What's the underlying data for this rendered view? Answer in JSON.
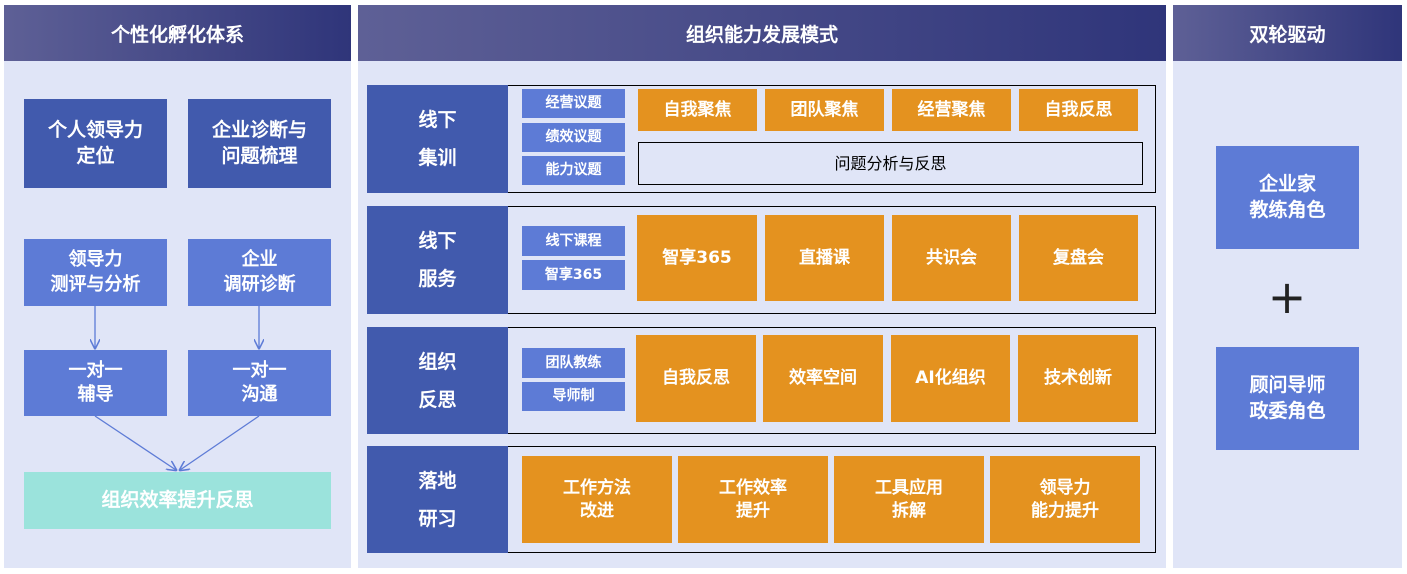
{
  "left": {
    "title": "个性化孵化体系",
    "boxes": [
      "个人领导力\n定位",
      "企业诊断与\n问题梳理",
      "领导力\n测评与分析",
      "企业\n调研诊断",
      "一对一\n辅导",
      "一对一\n沟通"
    ],
    "result": "组织效率提升反思"
  },
  "middle": {
    "title": "组织能力发展模式",
    "rows": [
      {
        "label": "线下\n集训",
        "tags": [
          "经营议题",
          "绩效议题",
          "能力议题"
        ],
        "items": [
          "自我聚焦",
          "团队聚焦",
          "经营聚焦",
          "自我反思"
        ],
        "note": "问题分析与反思"
      },
      {
        "label": "线下\n服务",
        "tags": [
          "线下课程",
          "智享365"
        ],
        "items": [
          "智享365",
          "直播课",
          "共识会",
          "复盘会"
        ]
      },
      {
        "label": "组织\n反思",
        "tags": [
          "团队教练",
          "导师制"
        ],
        "items": [
          "自我反思",
          "效率空间",
          "AI化组织",
          "技术创新"
        ]
      },
      {
        "label": "落地\n研习",
        "items": [
          "工作方法\n改进",
          "工作效率\n提升",
          "工具应用\n拆解",
          "领导力\n能力提升"
        ]
      }
    ]
  },
  "right": {
    "title": "双轮驱动",
    "roles": [
      "企业家\n教练角色",
      "顾问导师\n政委角色"
    ],
    "plus": "+"
  }
}
